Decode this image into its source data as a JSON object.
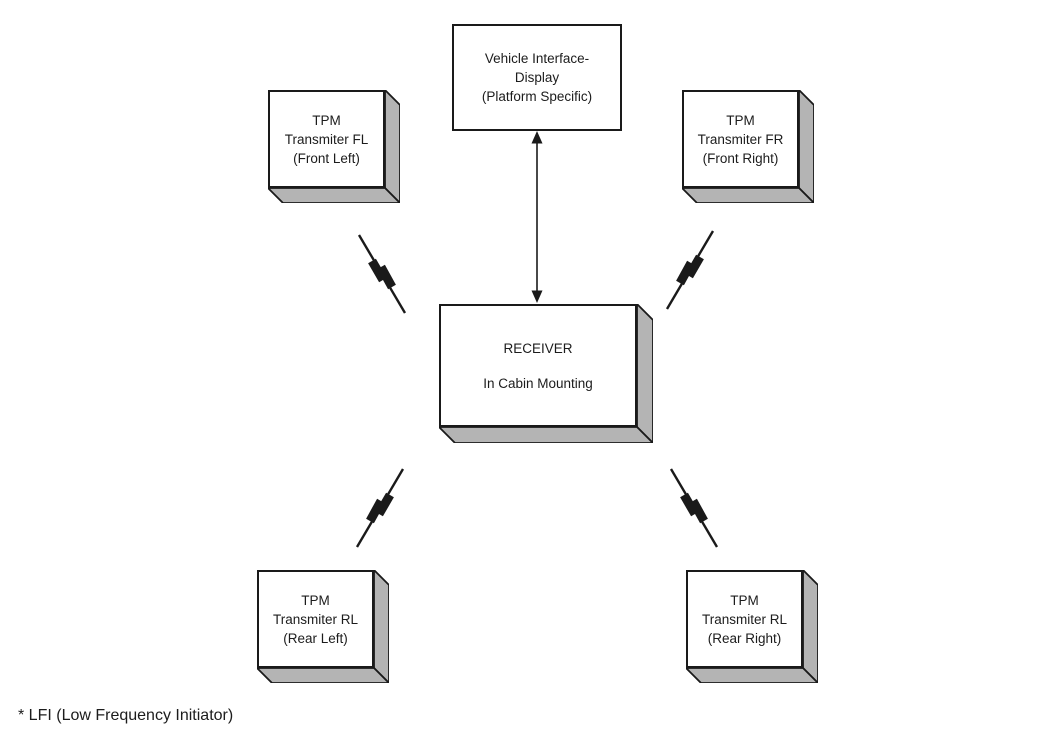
{
  "diagram": {
    "type": "system-block-diagram",
    "colors": {
      "background": "#ffffff",
      "line": "#1a1a1a",
      "box_face": "#ffffff",
      "box_side_shadow": "#b4b4b4"
    },
    "nodes": {
      "vehicle_interface": {
        "line1": "Vehicle Interface-",
        "line2": "Display",
        "line3": "(Platform Specific)"
      },
      "tpm_front_left": {
        "line1": "TPM",
        "line2": "Transmiter FL",
        "line3": "(Front Left)"
      },
      "tpm_front_right": {
        "line1": "TPM",
        "line2": "Transmiter FR",
        "line3": "(Front Right)"
      },
      "receiver": {
        "line1": "RECEIVER",
        "line2": "In Cabin Mounting"
      },
      "tpm_rear_left": {
        "line1": "TPM",
        "line2": "Transmiter RL",
        "line3": "(Rear Left)"
      },
      "tpm_rear_right": {
        "line1": "TPM",
        "line2": "Transmiter RL",
        "line3": "(Rear Right)"
      }
    },
    "links": {
      "display_to_receiver": "double-headed-arrow",
      "transmitters_to_receiver": "lightning-bolt-rf-signal"
    },
    "footnote": "* LFI (Low Frequency Initiator)"
  }
}
